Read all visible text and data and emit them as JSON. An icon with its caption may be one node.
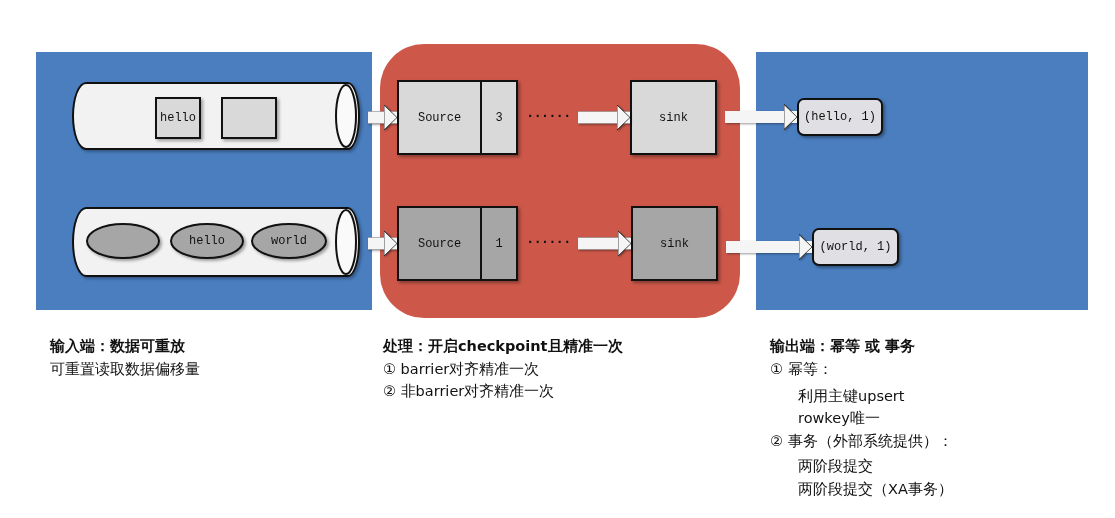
{
  "diagram": {
    "nodes": [
      {
        "text": [],
        "shape": "box"
      },
      {
        "text": [],
        "shape": "cylinder",
        "in": 0
      },
      {
        "text": [
          "hello"
        ],
        "in": 1
      },
      {
        "text": [],
        "shape": "box",
        "in": 1
      },
      {
        "text": [],
        "shape": "cylinder",
        "in": 0
      },
      {
        "text": [],
        "shape": "circle",
        "in": 4
      },
      {
        "text": [
          "hello"
        ],
        "in": 4
      },
      {
        "text": [
          "world"
        ],
        "in": 4
      },
      {
        "text": [],
        "shape": "box"
      },
      {
        "text": [
          "Source",
          "3"
        ],
        "in": 8
      },
      {
        "text": [
          "sink"
        ],
        "in": 8
      },
      {
        "text": [
          "Source",
          "1"
        ],
        "in": 8
      },
      {
        "text": [
          "sink"
        ],
        "in": 8
      },
      {
        "text": [],
        "shape": "box"
      },
      {
        "text": [
          "(hello, 1)"
        ],
        "in": 13
      },
      {
        "text": [
          "(world, 1)"
        ],
        "in": 13
      }
    ],
    "edges": [
      {
        "from": 1,
        "to": 9,
        "arrow": "to"
      },
      {
        "from": 9,
        "to": 10,
        "arrow": "to",
        "label": "······"
      },
      {
        "from": 10,
        "to": 14,
        "arrow": "to"
      },
      {
        "from": 4,
        "to": 11,
        "arrow": "to"
      },
      {
        "from": 11,
        "to": 12,
        "arrow": "to",
        "label": "······"
      },
      {
        "from": 12,
        "to": 15,
        "arrow": "to"
      }
    ],
    "labels": [
      "输入端：数据可重放",
      "可重置读取数据偏移量",
      "处理：开启checkpoint且精准一次",
      "① barrier对齐精准一次",
      "② 非barrier对齐精准一次",
      "输出端：幂等 或 事务",
      "① 幂等：",
      "利用主键upsert",
      "rowkey唯一",
      "② 事务（外部系统提供）：",
      "两阶段提交",
      "两阶段提交（XA事务）"
    ]
  }
}
